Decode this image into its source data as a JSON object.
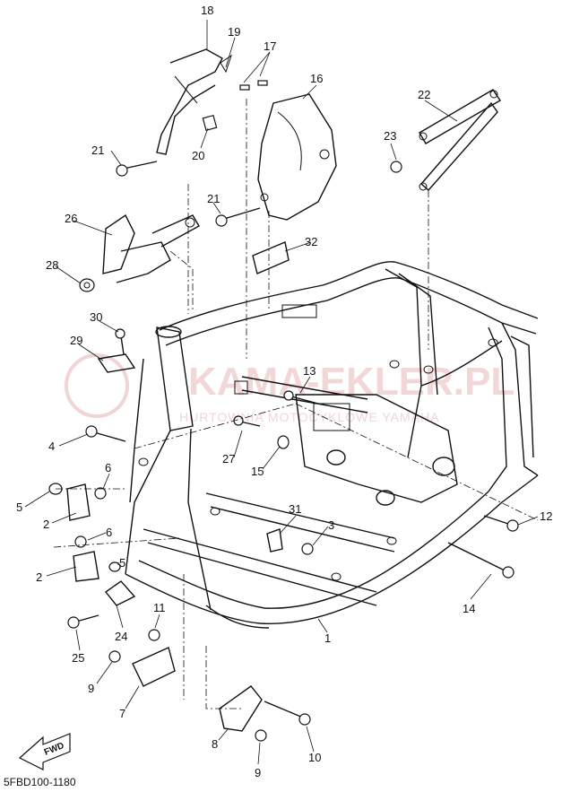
{
  "diagram": {
    "code": "5FBD100-1180",
    "fwd_label": "FWD",
    "watermark": {
      "title": "KAMA-EKLER.PL",
      "subtitle": "HURTOWNIA MOTOCYKLOWE YAMAHA",
      "color": "#e8b8b8"
    },
    "callouts": {
      "c1": "1",
      "c2a": "2",
      "c2b": "2",
      "c3": "3",
      "c4": "4",
      "c5a": "5",
      "c5b": "5",
      "c6a": "6",
      "c6b": "6",
      "c7": "7",
      "c8": "8",
      "c9a": "9",
      "c9b": "9",
      "c10": "10",
      "c11": "11",
      "c12": "12",
      "c13": "13",
      "c14": "14",
      "c15": "15",
      "c16": "16",
      "c17": "17",
      "c18": "18",
      "c19": "19",
      "c20": "20",
      "c21a": "21",
      "c21b": "21",
      "c22": "22",
      "c23": "23",
      "c24": "24",
      "c25": "25",
      "c26": "26",
      "c27": "27",
      "c28": "28",
      "c29": "29",
      "c30": "30",
      "c31": "31",
      "c32": "32"
    }
  }
}
